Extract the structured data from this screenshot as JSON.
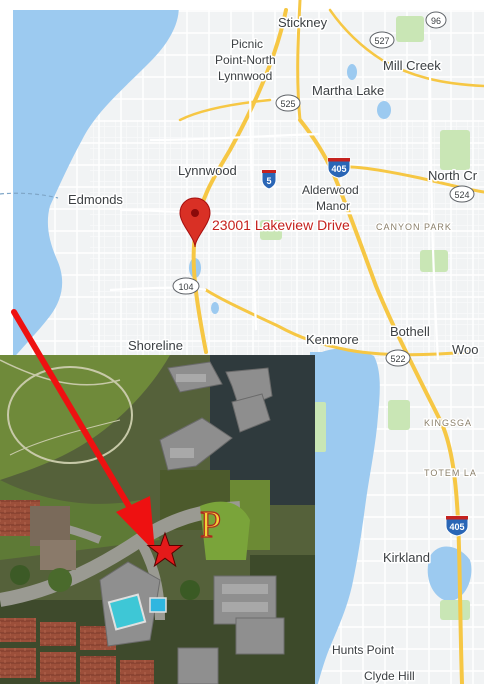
{
  "map": {
    "places": {
      "stickney": "Stickney",
      "picnic_1": "Picnic",
      "picnic_2": "Point-North",
      "picnic_3": "Lynnwood",
      "mill_creek": "Mill Creek",
      "martha_lake": "Martha Lake",
      "lynnwood": "Lynnwood",
      "north_creek": "North Cr",
      "edmonds": "Edmonds",
      "alderwood_1": "Alderwood",
      "alderwood_2": "Manor",
      "shoreline": "Shoreline",
      "kenmore": "Kenmore",
      "bothell": "Bothell",
      "woodinville": "Woo",
      "kirkland": "Kirkland",
      "hunts_point": "Hunts Point",
      "clyde_hill": "Clyde Hill"
    },
    "districts": {
      "canyon_park": "CANYON PARK",
      "kingsgate": "KINGSGA",
      "totem_lake": "TOTEM LA"
    },
    "routes": {
      "r96": "96",
      "r527": "527",
      "r525": "525",
      "i5": "5",
      "i405_north": "405",
      "r524": "524",
      "r104": "104",
      "r522": "522",
      "i405_south": "405"
    },
    "marker": {
      "address": "23001 Lakeview Drive",
      "color": "#d93025"
    },
    "colors": {
      "water": "#9ccaf0",
      "land": "#f1f3f4",
      "highway": "#f6c744",
      "park": "#c9e6b5"
    }
  },
  "inset": {
    "type": "satellite",
    "arrow_color": "#ee1111",
    "star_color": "#e41a1a",
    "parking_label": "P"
  }
}
